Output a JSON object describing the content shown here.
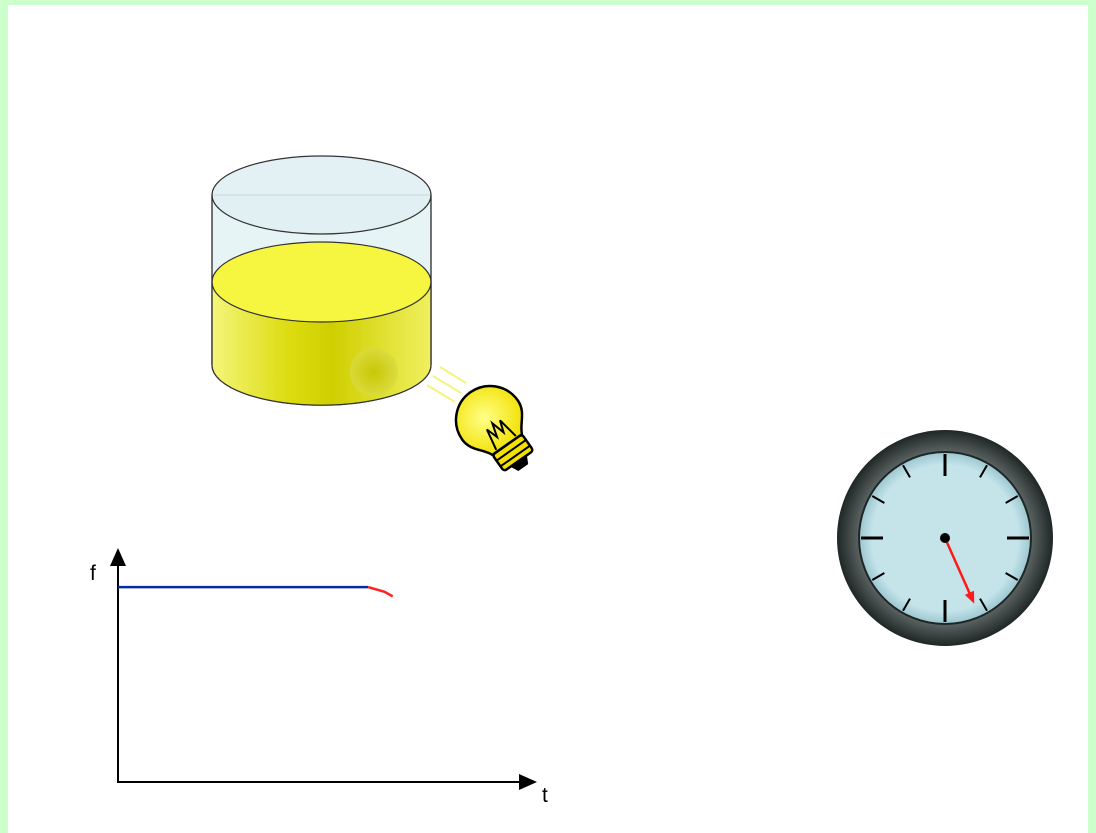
{
  "graph": {
    "y_axis_label": "f",
    "x_axis_label": "t"
  },
  "clock": {
    "hand_minute_position": 26
  },
  "colors": {
    "frame": "#ccffcc",
    "liquid": "#f2f24a",
    "container": "#e2f2f4",
    "bulb": "#ffee22",
    "clock_face": "#bfe0e6",
    "clock_rim": "#2f3a3a",
    "clock_hand": "#ff1a1a",
    "graph_blue": "#0a2aa0",
    "graph_red": "#ff2020"
  },
  "chart_data": {
    "type": "line",
    "title": "",
    "xlabel": "t",
    "ylabel": "f",
    "series": [
      {
        "x": [
          0,
          0.61
        ],
        "y": [
          0.84,
          0.84
        ]
      },
      {
        "x": [
          0.61,
          0.63,
          0.65,
          0.67
        ],
        "y": [
          0.84,
          0.83,
          0.82,
          0.8
        ]
      }
    ]
  }
}
